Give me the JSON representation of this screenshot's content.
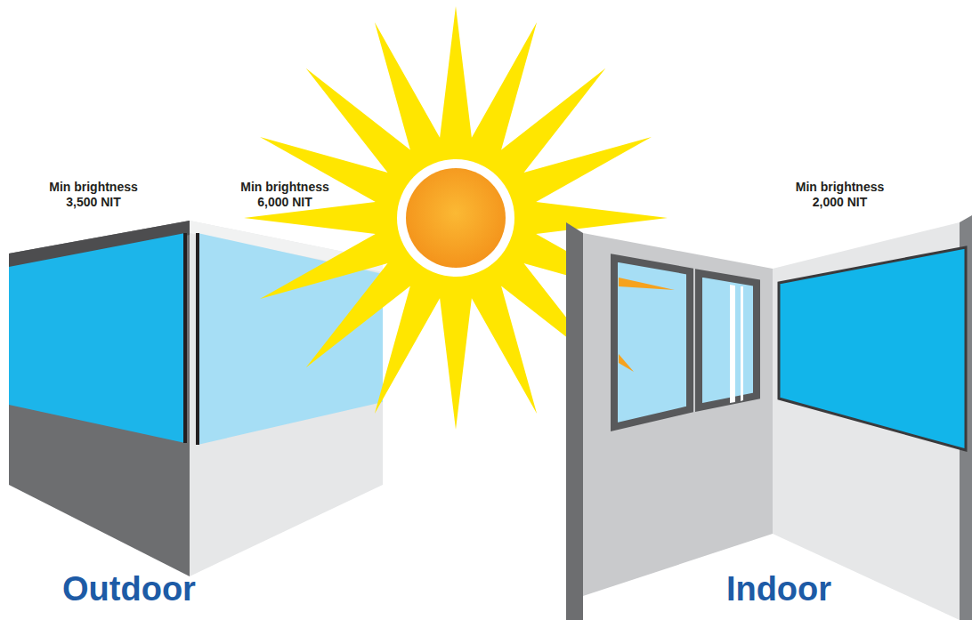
{
  "diagram": {
    "nodes": [
      {
        "text": [
          "Min brightness 3,500 NIT"
        ]
      },
      {
        "text": [
          "Min brightness 6,000 NIT"
        ]
      },
      {
        "text": [
          "Min brightness 2,000 NIT"
        ]
      }
    ],
    "labels": [
      "Outdoor",
      "Indoor"
    ]
  }
}
